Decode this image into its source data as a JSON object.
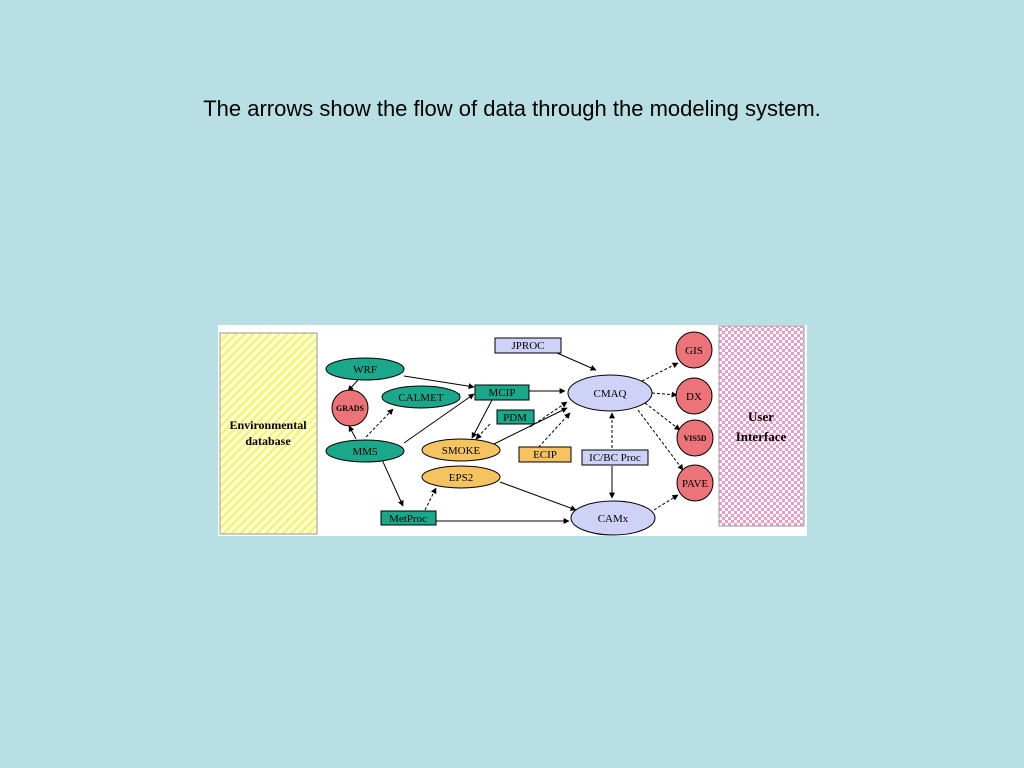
{
  "caption": "The arrows show the flow of data through the modeling system.",
  "colors": {
    "background": "#b8dfe3",
    "green_nodes": "#1aa88a",
    "orange_nodes": "#f5c461",
    "lavender_nodes": "#cfd2f7",
    "red_nodes": "#ec7479",
    "env_stripe": "#f3f27a",
    "ui_check": "#f29bc9"
  },
  "diagram": {
    "environmental_database": {
      "line1": "Environmental",
      "line2": "database"
    },
    "user_interface": {
      "line1": "User",
      "line2": "Interface"
    },
    "nodes": {
      "wrf": "WRF",
      "grads": "GRADS",
      "calmet": "CALMET",
      "mm5": "MM5",
      "mcip": "MCIP",
      "pdm": "PDM",
      "smoke": "SMOKE",
      "eps2": "EPS2",
      "ecip": "ECIP",
      "jproc": "JPROC",
      "cmaq": "CMAQ",
      "icbc": "IC/BC Proc",
      "camx": "CAMx",
      "metproc": "MetProc",
      "gis": "GIS",
      "dx": "DX",
      "vis5d": "VIS5D",
      "pave": "PAVE"
    }
  }
}
